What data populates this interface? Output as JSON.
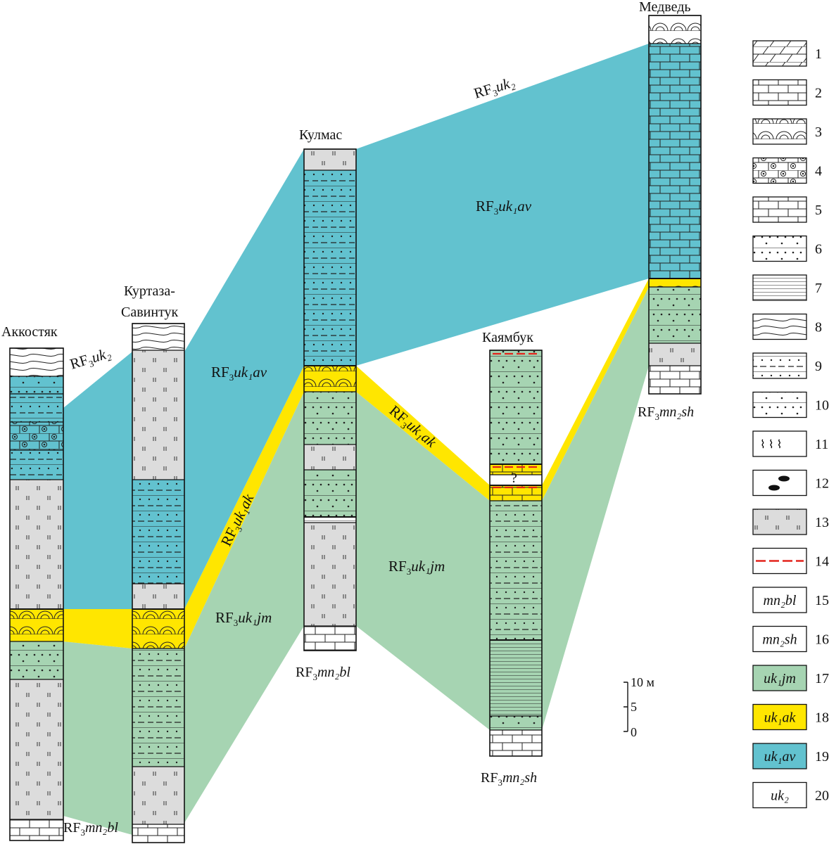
{
  "sections": {
    "akkostyak": {
      "title": "Аккостяк",
      "base": "mn₂bl"
    },
    "kurtaza": {
      "title_1": "Куртаза-",
      "title_2": "Савинтук"
    },
    "kulmas": {
      "title": "Кулмас",
      "base": "mn₂bl"
    },
    "kayambuk": {
      "title": "Каямбук",
      "base": "mn₂sh",
      "question": "?"
    },
    "medved": {
      "title": "Медведь",
      "base": "mn₂sh"
    }
  },
  "zone_labels": {
    "uk2_upper": "uk₂",
    "uk2_left": "uk₂",
    "ukav_left": "uk₁av",
    "ukav_right": "uk₁av",
    "ukak_left": "uk₁ak",
    "ukak_right": "uk₁ak",
    "ukjm_left": "uk₁jm",
    "ukjm_right": "uk₁jm",
    "prefix": "RF₃"
  },
  "scale": {
    "t10": "10 м",
    "t5": "5",
    "t0": "0"
  },
  "legend": [
    {
      "n": "1",
      "pattern": "dolomite"
    },
    {
      "n": "2",
      "pattern": "limestone"
    },
    {
      "n": "3",
      "pattern": "stromatolite"
    },
    {
      "n": "4",
      "pattern": "oolite"
    },
    {
      "n": "5",
      "pattern": "intraclast"
    },
    {
      "n": "6",
      "pattern": "sandy-limestone"
    },
    {
      "n": "7",
      "pattern": "shale"
    },
    {
      "n": "8",
      "pattern": "lenticular"
    },
    {
      "n": "9",
      "pattern": "siltstone"
    },
    {
      "n": "10",
      "pattern": "sandstone"
    },
    {
      "n": "11",
      "pattern": "fossils"
    },
    {
      "n": "12",
      "pattern": "nodules"
    },
    {
      "n": "13",
      "pattern": "gap"
    },
    {
      "n": "14",
      "pattern": "red-line"
    },
    {
      "n": "15",
      "code": "mn₂bl"
    },
    {
      "n": "16",
      "code": "mn₂sh"
    },
    {
      "n": "17",
      "code": "uk₁jm"
    },
    {
      "n": "18",
      "code": "uk₁ak"
    },
    {
      "n": "19",
      "code": "uk₁av"
    },
    {
      "n": "20",
      "code": "uk₂"
    }
  ],
  "colors": {
    "av": "#62C2CF",
    "ak": "#FFE600",
    "jm": "#A6D4B2",
    "gap": "#DCDCDC",
    "red": "#E3231B"
  }
}
